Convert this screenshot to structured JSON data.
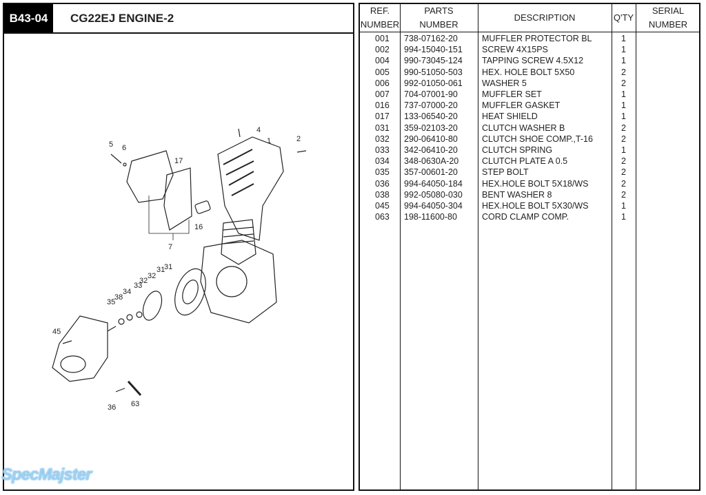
{
  "header": {
    "code": "B43-04",
    "title": "CG22EJ  ENGINE-2"
  },
  "watermark": "SpecMajster",
  "diagram": {
    "callouts": [
      "4",
      "1",
      "2",
      "5",
      "6",
      "17",
      "16",
      "7",
      "31",
      "31",
      "32",
      "32",
      "33",
      "34",
      "38",
      "35",
      "45",
      "36",
      "63"
    ]
  },
  "table": {
    "headers": {
      "ref": [
        "REF.",
        "NUMBER"
      ],
      "parts": [
        "PARTS",
        "NUMBER"
      ],
      "description": "DESCRIPTION",
      "qty": "Q'TY",
      "serial": [
        "SERIAL",
        "NUMBER"
      ]
    },
    "rows": [
      {
        "ref": "001",
        "part": "738-07162-20",
        "desc": "MUFFLER PROTECTOR BL",
        "qty": "1"
      },
      {
        "ref": "002",
        "part": "994-15040-151",
        "desc": "SCREW 4X15PS",
        "qty": "1"
      },
      {
        "ref": "004",
        "part": "990-73045-124",
        "desc": "TAPPING SCREW 4.5X12",
        "qty": "1"
      },
      {
        "ref": "005",
        "part": "990-51050-503",
        "desc": "HEX. HOLE BOLT 5X50",
        "qty": "2"
      },
      {
        "ref": "006",
        "part": "992-01050-061",
        "desc": "WASHER 5",
        "qty": "2"
      },
      {
        "ref": "007",
        "part": "704-07001-90",
        "desc": "MUFFLER SET",
        "qty": "1"
      },
      {
        "ref": "016",
        "part": "737-07000-20",
        "desc": "MUFFLER GASKET",
        "qty": "1"
      },
      {
        "ref": "017",
        "part": "133-06540-20",
        "desc": "HEAT SHIELD",
        "qty": "1"
      },
      {
        "ref": "031",
        "part": "359-02103-20",
        "desc": "CLUTCH WASHER B",
        "qty": "2"
      },
      {
        "ref": "032",
        "part": "290-06410-80",
        "desc": "CLUTCH SHOE COMP.,T-16",
        "qty": "2"
      },
      {
        "ref": "033",
        "part": "342-06410-20",
        "desc": "CLUTCH SPRING",
        "qty": "1"
      },
      {
        "ref": "034",
        "part": "348-0630A-20",
        "desc": "CLUTCH PLATE A 0.5",
        "qty": "2"
      },
      {
        "ref": "035",
        "part": "357-00601-20",
        "desc": "STEP BOLT",
        "qty": "2"
      },
      {
        "ref": "036",
        "part": "994-64050-184",
        "desc": "HEX.HOLE BOLT 5X18/WS",
        "qty": "2"
      },
      {
        "ref": "038",
        "part": "992-05080-030",
        "desc": "BENT WASHER 8",
        "qty": "2"
      },
      {
        "ref": "045",
        "part": "994-64050-304",
        "desc": "HEX.HOLE BOLT 5X30/WS",
        "qty": "1"
      },
      {
        "ref": "063",
        "part": "198-11600-80",
        "desc": "CORD CLAMP COMP.",
        "qty": "1"
      }
    ]
  }
}
